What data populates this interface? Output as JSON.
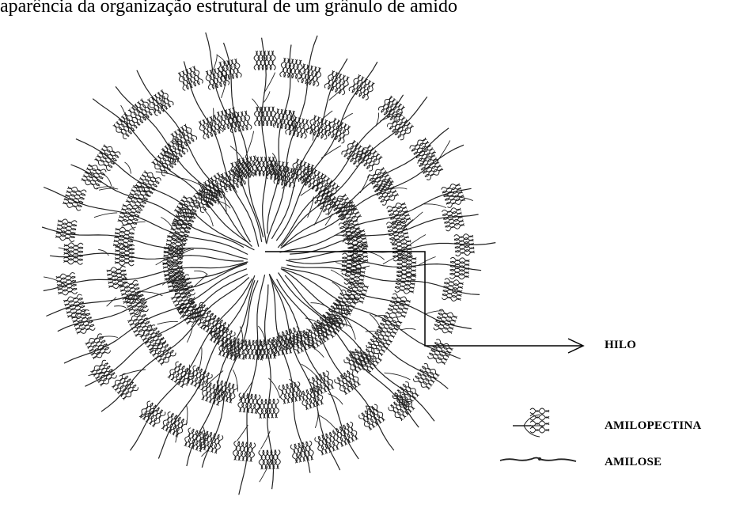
{
  "caption": "aparência da organização estrutural de um grânulo de amido",
  "legend": {
    "hilo": "HILO",
    "amilopectina": "AMILOPECTINA",
    "amilose": "AMILOSE"
  },
  "colors": {
    "ink": "#222222",
    "background": "#ffffff"
  }
}
